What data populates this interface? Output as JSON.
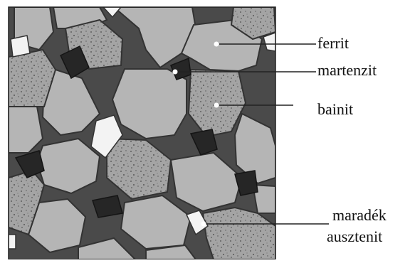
{
  "labels": {
    "ferrit": "ferrit",
    "martenzit": "martenzit",
    "bainit": "bainit",
    "retained_austenite_line1": "maradék",
    "retained_austenite_line2": "ausztenit"
  },
  "phases": [
    {
      "name": "ferrit",
      "color": "#b4b4b4"
    },
    {
      "name": "martenzit",
      "color": "#2a2a2a"
    },
    {
      "name": "bainit",
      "color": "#9a9a9a"
    },
    {
      "name": "maradék ausztenit",
      "color": "#f2f2f2"
    }
  ]
}
